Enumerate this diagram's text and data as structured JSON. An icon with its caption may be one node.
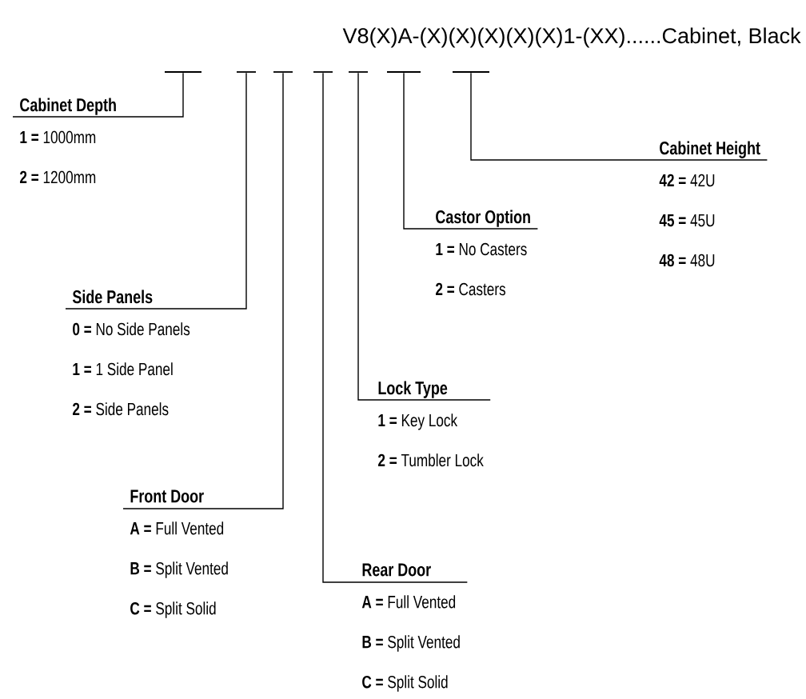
{
  "diagram": {
    "title": "V8(X)A-(X)(X)(X)(X)(X)1-(XX)......Cabinet, Black",
    "nodes": [
      {
        "text": [],
        "shape": "bar"
      },
      {
        "text": [],
        "shape": "bar"
      },
      {
        "text": [],
        "shape": "bar"
      },
      {
        "text": [],
        "shape": "bar"
      },
      {
        "text": [],
        "shape": "bar"
      },
      {
        "text": [],
        "shape": "bar"
      },
      {
        "text": [],
        "shape": "bar"
      },
      {
        "text": [
          "Cabinet Depth",
          "**1 =** 1000mm",
          "**2 =** 1200mm"
        ]
      },
      {
        "text": [
          "Cabinet Height",
          "**42 =** 42U",
          "**45 =** 45U",
          "**48 =** 48U"
        ]
      },
      {
        "text": [
          "Castor Option",
          "**1 =** No Casters",
          "**2 =** Casters"
        ]
      },
      {
        "text": [
          "Side Panels",
          "**0 =** No Side Panels",
          "**1 =** 1 Side Panel",
          "**2 =** Side Panels"
        ]
      },
      {
        "text": [
          "Lock Type",
          "**1 =** Key Lock",
          "**2 =** Tumbler Lock"
        ]
      },
      {
        "text": [
          "Front Door",
          "**A =** Full Vented",
          "**B =** Split Vented",
          "**C =** Split Solid"
        ]
      },
      {
        "text": [
          "Rear Door",
          "**A =** Full Vented",
          "**B =** Split Vented",
          "**C =** Split Solid"
        ]
      }
    ],
    "edges": [
      {
        "from": 7,
        "to": 0,
        "arrow": "none"
      },
      {
        "from": 8,
        "to": 6,
        "arrow": "none"
      },
      {
        "from": 9,
        "to": 5,
        "arrow": "none"
      },
      {
        "from": 10,
        "to": 1,
        "arrow": "none"
      },
      {
        "from": 11,
        "to": 4,
        "arrow": "none"
      },
      {
        "from": 12,
        "to": 2,
        "arrow": "none"
      },
      {
        "from": 13,
        "to": 3,
        "arrow": "none"
      }
    ]
  }
}
